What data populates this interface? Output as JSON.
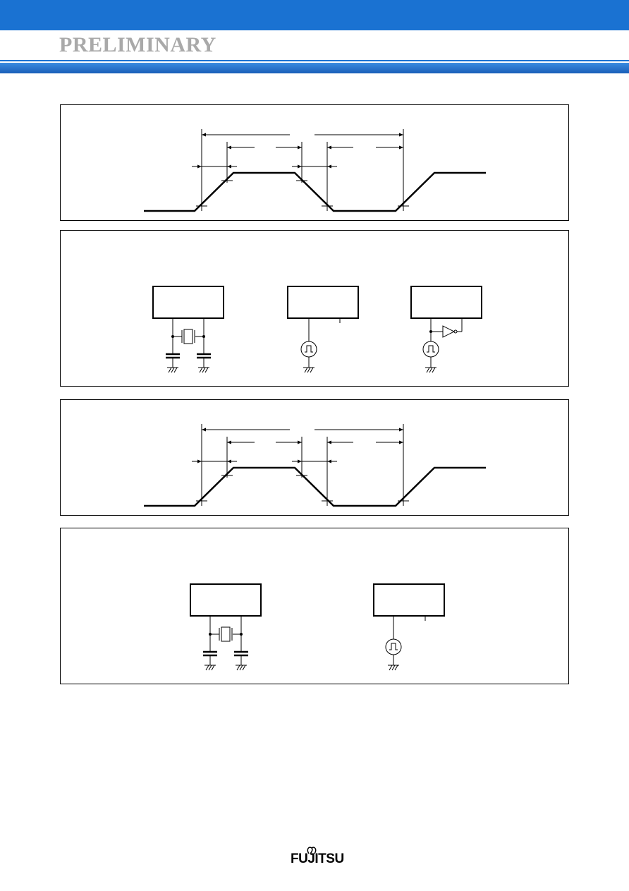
{
  "header": {
    "title": "PRELIMINARY"
  },
  "footer": {
    "logo_text": "FUJITSU"
  },
  "colors": {
    "band": "#1a72d2",
    "header_text": "#a9a9a9",
    "line": "#000000"
  },
  "figures": [
    {
      "kind": "clock-timing-waveform"
    },
    {
      "kind": "oscillator-connection",
      "variants": [
        "crystal",
        "external-clock",
        "external-clock-with-inverter"
      ]
    },
    {
      "kind": "clock-timing-waveform"
    },
    {
      "kind": "oscillator-connection",
      "variants": [
        "crystal",
        "external-clock"
      ]
    }
  ]
}
